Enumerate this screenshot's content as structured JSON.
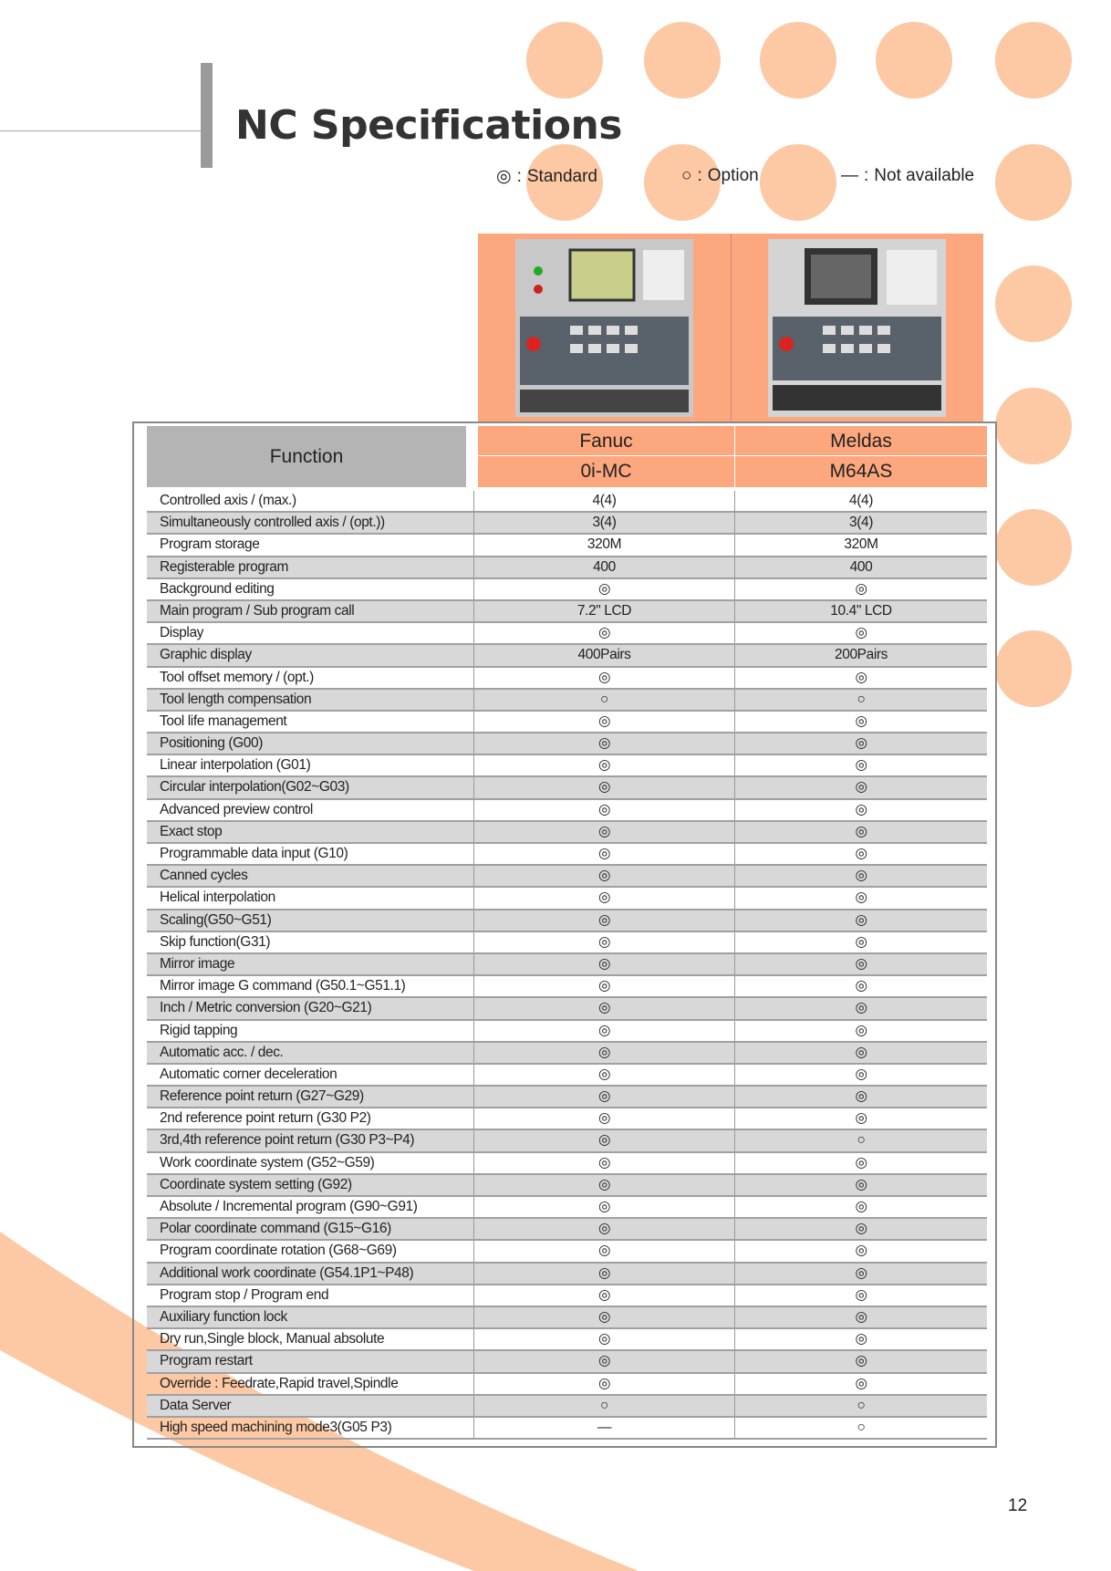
{
  "title": "NC Specifications",
  "legend": [
    {
      "symbol": "◎",
      "label": "Standard"
    },
    {
      "symbol": "○",
      "label": "Option"
    },
    {
      "symbol": "—",
      "label": "Not available"
    }
  ],
  "header": {
    "function": "Function",
    "cols": [
      {
        "maker": "Fanuc",
        "model": "0i-MC"
      },
      {
        "maker": "Meldas",
        "model": "M64AS"
      }
    ]
  },
  "rows": [
    [
      "Controlled axis / (max.)",
      "4(4)",
      "4(4)"
    ],
    [
      "Simultaneously controlled axis / (opt.))",
      "3(4)",
      "3(4)"
    ],
    [
      "Program storage",
      "320M",
      "320M"
    ],
    [
      "Registerable program",
      "400",
      "400"
    ],
    [
      "Background editing",
      "◎",
      "◎"
    ],
    [
      "Main program / Sub program call",
      "7.2\" LCD",
      "10.4\" LCD"
    ],
    [
      "Display",
      "◎",
      "◎"
    ],
    [
      "Graphic display",
      "400Pairs",
      "200Pairs"
    ],
    [
      "Tool offset memory / (opt.)",
      "◎",
      "◎"
    ],
    [
      "Tool length compensation",
      "○",
      "○"
    ],
    [
      "Tool life management",
      "◎",
      "◎"
    ],
    [
      "Positioning (G00)",
      "◎",
      "◎"
    ],
    [
      "Linear interpolation (G01)",
      "◎",
      "◎"
    ],
    [
      "Circular interpolation(G02~G03)",
      "◎",
      "◎"
    ],
    [
      "Advanced preview control",
      "◎",
      "◎"
    ],
    [
      "Exact stop",
      "◎",
      "◎"
    ],
    [
      "Programmable data input (G10)",
      "◎",
      "◎"
    ],
    [
      "Canned cycles",
      "◎",
      "◎"
    ],
    [
      "Helical interpolation",
      "◎",
      "◎"
    ],
    [
      "Scaling(G50~G51)",
      "◎",
      "◎"
    ],
    [
      "Skip function(G31)",
      "◎",
      "◎"
    ],
    [
      "Mirror image",
      "◎",
      "◎"
    ],
    [
      "Mirror image G command (G50.1~G51.1)",
      "◎",
      "◎"
    ],
    [
      "Inch / Metric conversion (G20~G21)",
      "◎",
      "◎"
    ],
    [
      "Rigid tapping",
      "◎",
      "◎"
    ],
    [
      "Automatic acc. / dec.",
      "◎",
      "◎"
    ],
    [
      "Automatic corner deceleration",
      "◎",
      "◎"
    ],
    [
      "Reference point return (G27~G29)",
      "◎",
      "◎"
    ],
    [
      "2nd reference point return (G30 P2)",
      "◎",
      "◎"
    ],
    [
      "3rd,4th reference point return (G30 P3~P4)",
      "◎",
      "○"
    ],
    [
      "Work coordinate system (G52~G59)",
      "◎",
      "◎"
    ],
    [
      "Coordinate system setting (G92)",
      "◎",
      "◎"
    ],
    [
      "Absolute / Incremental program (G90~G91)",
      "◎",
      "◎"
    ],
    [
      "Polar coordinate command (G15~G16)",
      "◎",
      "◎"
    ],
    [
      "Program coordinate rotation (G68~G69)",
      "◎",
      "◎"
    ],
    [
      "Additional work coordinate (G54.1P1~P48)",
      "◎",
      "◎"
    ],
    [
      "Program stop / Program end",
      "◎",
      "◎"
    ],
    [
      "Auxiliary function lock",
      "◎",
      "◎"
    ],
    [
      "Dry run,Single block, Manual absolute",
      "◎",
      "◎"
    ],
    [
      "Program restart",
      "◎",
      "◎"
    ],
    [
      "Override : Feedrate,Rapid travel,Spindle",
      "◎",
      "◎"
    ],
    [
      "Data Server",
      "○",
      "○"
    ],
    [
      "High  speed machining mode3(G05 P3)",
      "—",
      "○"
    ]
  ],
  "page_number": "12"
}
